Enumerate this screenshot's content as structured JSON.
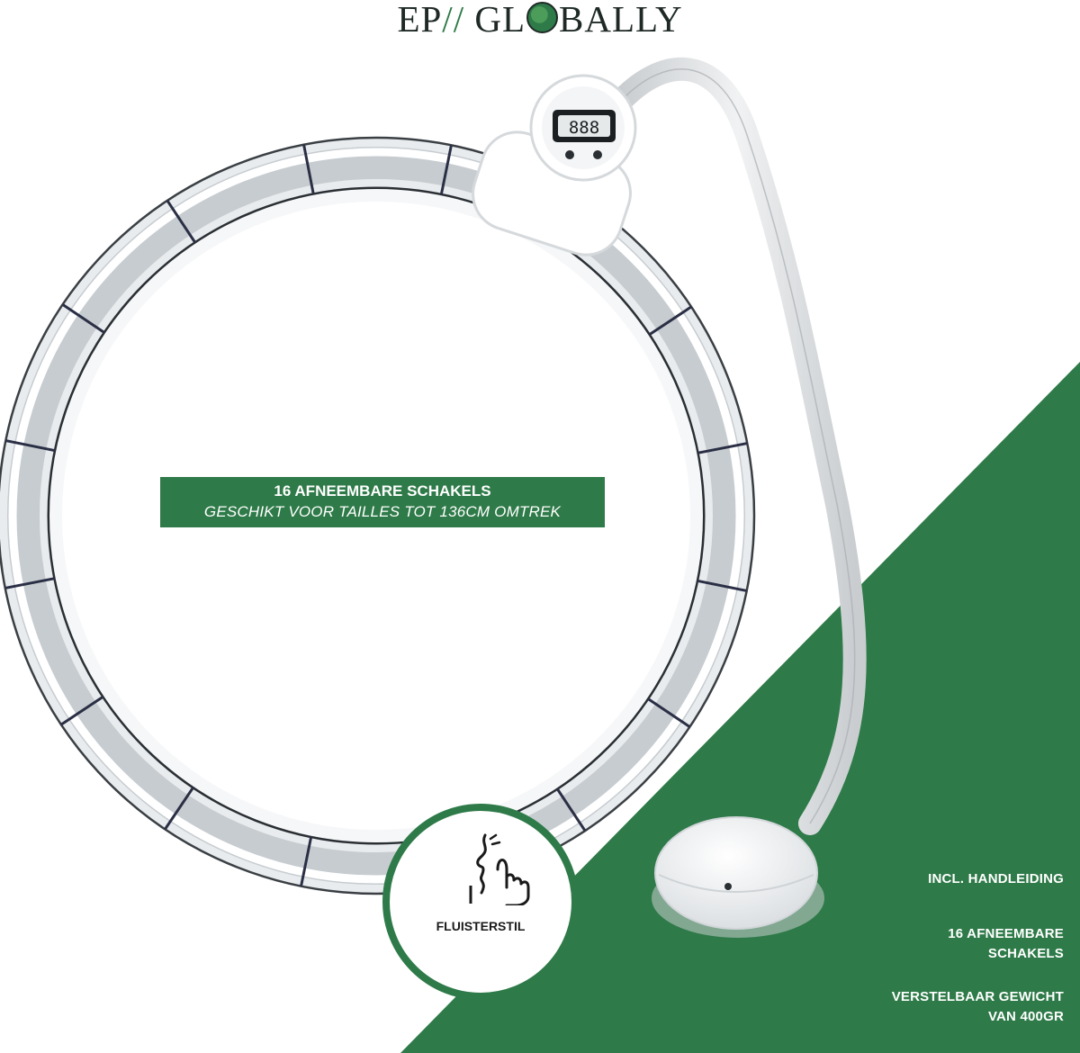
{
  "logo": {
    "text_left": "EP",
    "text_slashes": "//",
    "text_gl": "GL",
    "text_right": "BALLY",
    "globe_icon": "globe-icon"
  },
  "banner": {
    "title": "16 AFNEEMBARE SCHAKELS",
    "subtitle": "GESCHIKT VOOR TAILLES TOT 136CM OMTREK"
  },
  "badge": {
    "label": "FLUISTERSTIL",
    "icon": "whisper-icon"
  },
  "display": {
    "digits": "888"
  },
  "features": [
    {
      "line1": "INCL. HANDLEIDING",
      "line2": ""
    },
    {
      "line1": "16 AFNEEMBARE",
      "line2": "SCHAKELS"
    },
    {
      "line1": "VERSTELBAAR GEWICHT",
      "line2": "VAN 400GR"
    }
  ],
  "colors": {
    "brand_green": "#2e7a48",
    "logo_text": "#1f2a27",
    "background": "#ffffff"
  }
}
